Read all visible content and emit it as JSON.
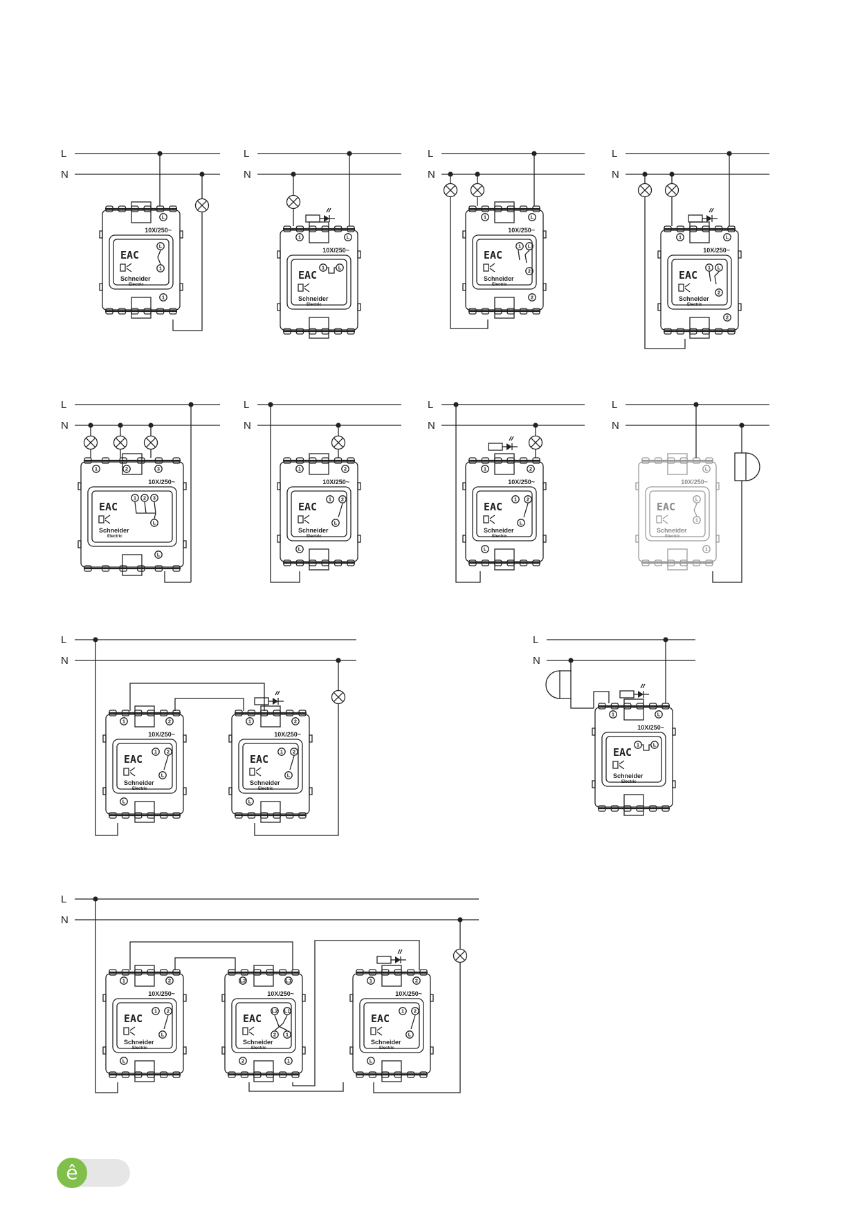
{
  "labels": {
    "line": "L",
    "neutral": "N",
    "rating": "10X/250~",
    "brand": "Schneider",
    "brand_sub": "Electric",
    "cert_mark": "EAC"
  },
  "terminals": {
    "t1": "1",
    "t2": "2",
    "t3": "3",
    "tL": "L",
    "tL1": "L1",
    "tL2": "L2"
  },
  "diagrams": [
    {
      "id": "single-gang-switch",
      "type": "switch"
    },
    {
      "id": "dimmer-single-lamp",
      "type": "dimmer"
    },
    {
      "id": "two-gang-switch",
      "type": "switch-2"
    },
    {
      "id": "two-gang-dimmer",
      "type": "dimmer-2"
    },
    {
      "id": "three-gang-switch",
      "type": "switch-3"
    },
    {
      "id": "two-way-switch",
      "type": "changeover"
    },
    {
      "id": "two-way-dimmer",
      "type": "changeover-dimmer"
    },
    {
      "id": "bell-push",
      "type": "push"
    },
    {
      "id": "two-way-circuit",
      "type": "two-way"
    },
    {
      "id": "bell-with-dimmer",
      "type": "push-dimmer"
    },
    {
      "id": "intermediate-circuit",
      "type": "intermediate"
    }
  ],
  "footer": {
    "badge_icon": "ê",
    "badge_color": "#7fbf4a"
  }
}
